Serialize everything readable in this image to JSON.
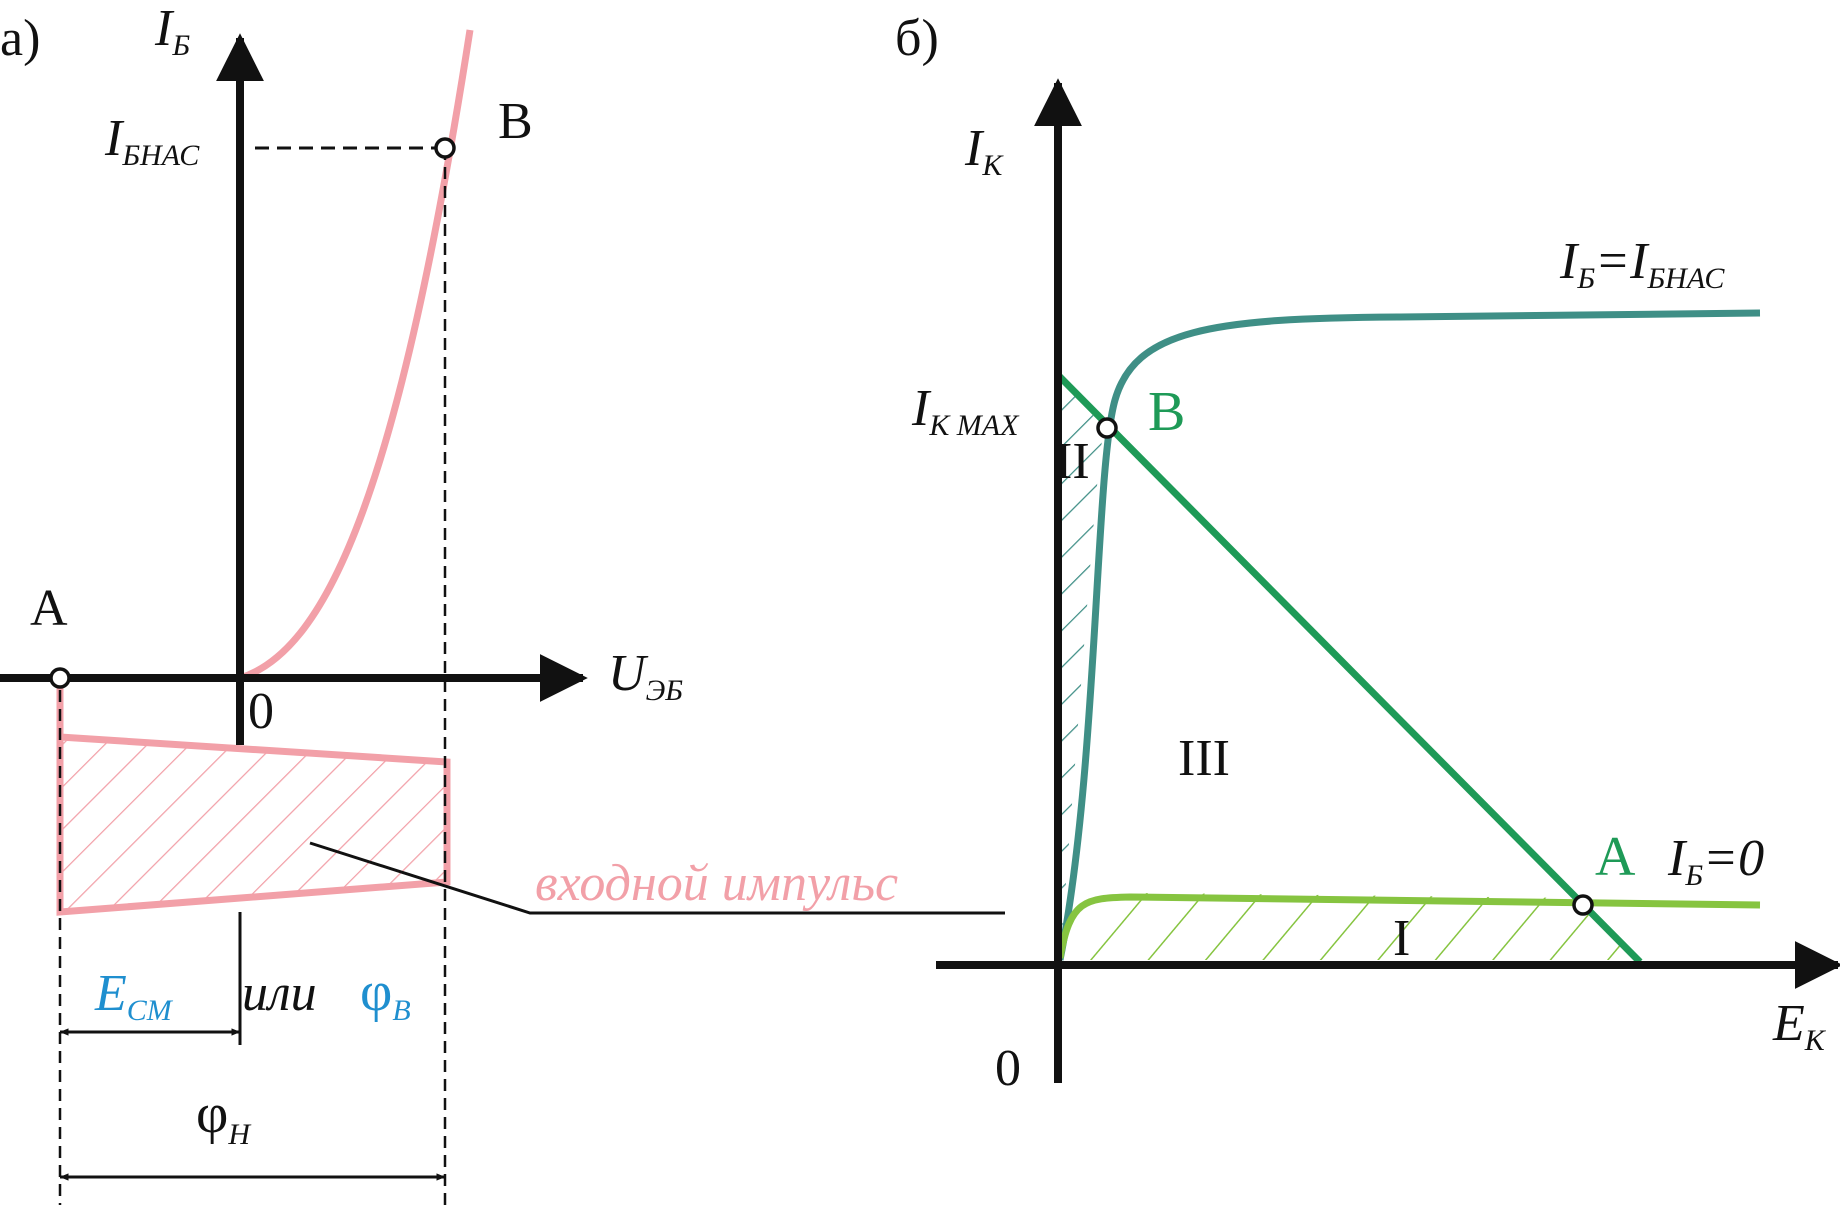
{
  "panel_a": {
    "panel_label": "а)",
    "y_axis": {
      "main": "I",
      "sub": "Б"
    },
    "x_axis": {
      "main": "U",
      "sub": "ЭБ"
    },
    "origin_label": "0",
    "sat_level": {
      "main": "I",
      "sub": "БНАС"
    },
    "point_a_label": "A",
    "point_b_label": "B",
    "pulse_label": "входной импульс",
    "bias": {
      "main": "E",
      "sub": "СМ"
    },
    "or_text": "или",
    "phi_b": {
      "main": "φ",
      "sub": "В"
    },
    "phi_n": {
      "main": "φ",
      "sub": "Н"
    }
  },
  "panel_b": {
    "panel_label": "б)",
    "y_axis": {
      "main": "I",
      "sub": "К"
    },
    "x_axis": {
      "main": "E",
      "sub": "К"
    },
    "origin_label": "0",
    "ik_max": {
      "main": "I",
      "sub": "К MAX"
    },
    "curve_sat_label": {
      "a": "I",
      "a_sub": "Б",
      "eq": "=",
      "b": "I",
      "b_sub": "БНАС"
    },
    "curve_zero_label": {
      "a": "I",
      "a_sub": "Б",
      "eq": "=0"
    },
    "point_a_label": "A",
    "point_b_label": "B",
    "region_1": "I",
    "region_2": "II",
    "region_3": "III"
  },
  "colors": {
    "pink": "#f2a0a8",
    "teal": "#3f8f86",
    "green": "#1e9a57",
    "light_green": "#86c440",
    "blue": "#1f8fcf",
    "axis": "#111111"
  }
}
